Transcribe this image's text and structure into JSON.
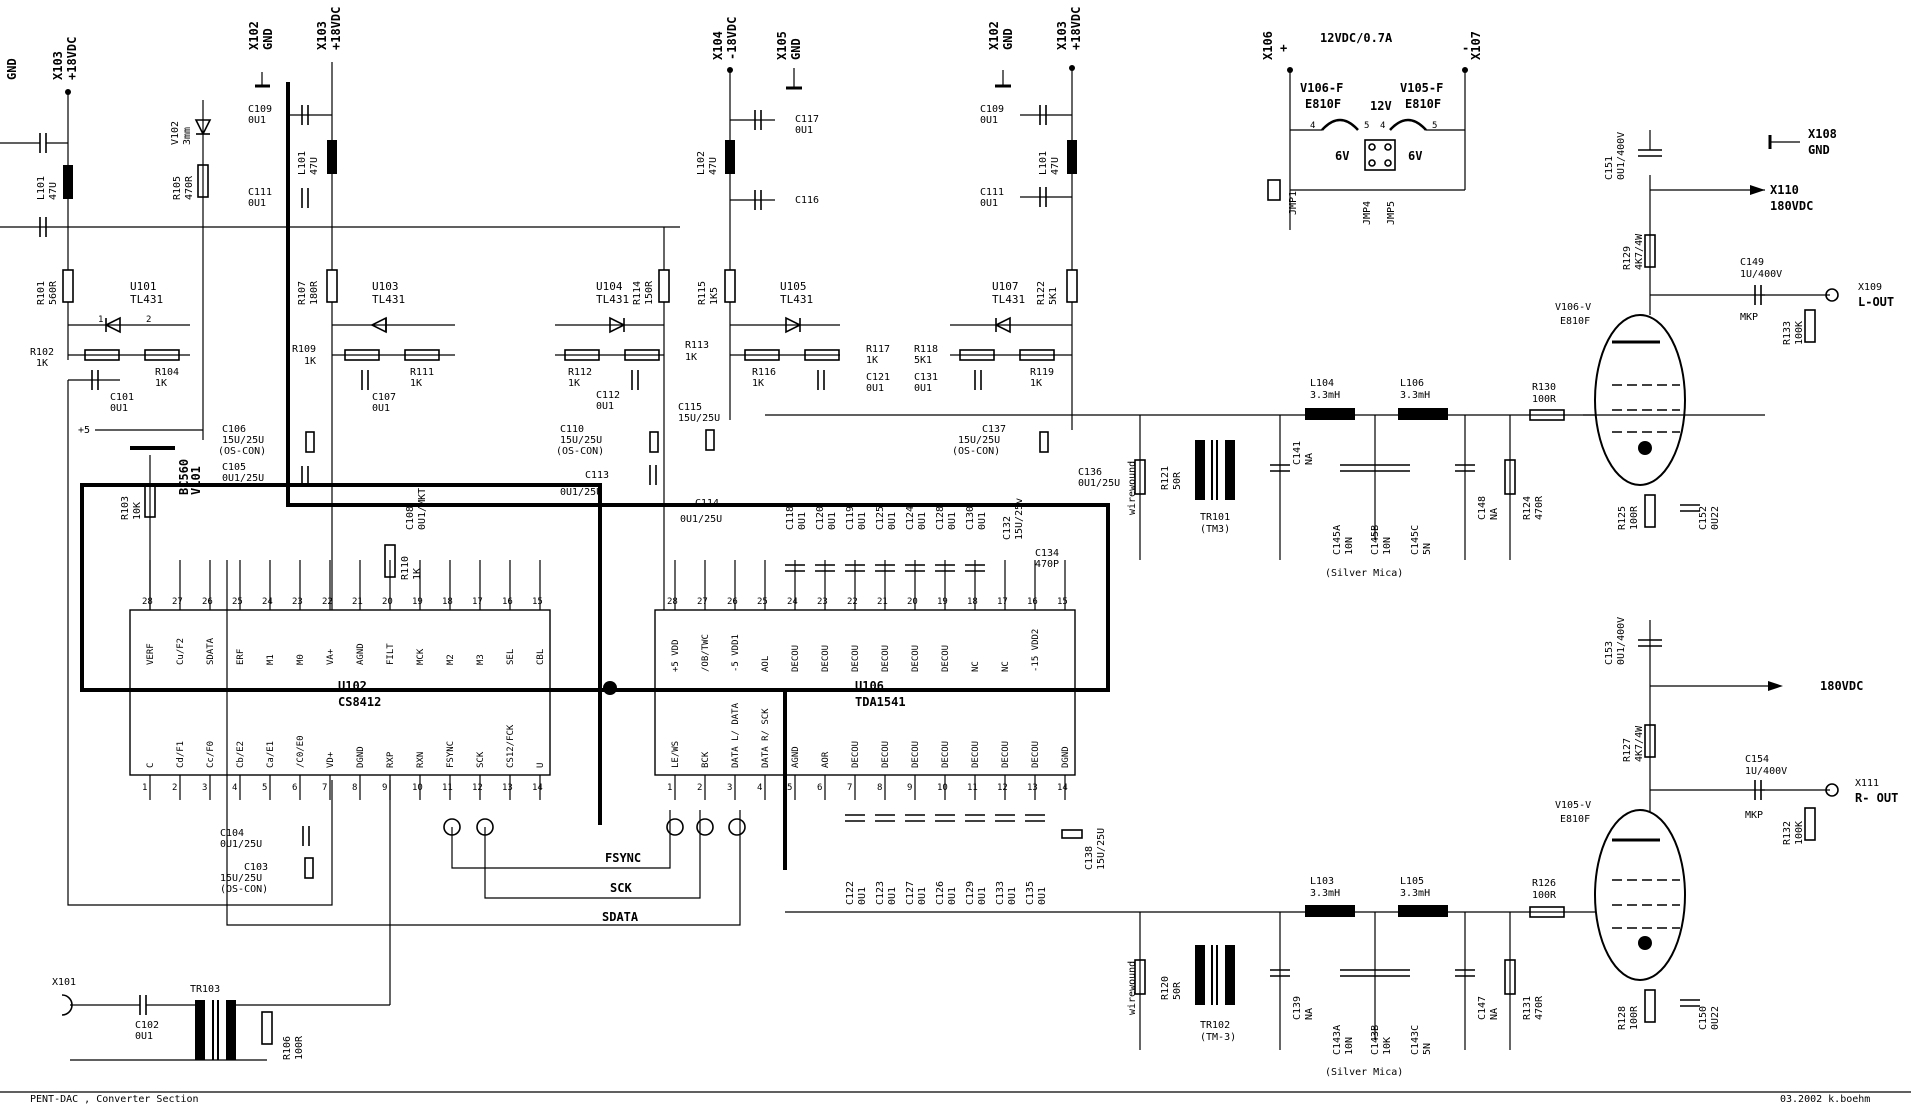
{
  "footer": {
    "title": "PENT-DAC , Converter Section",
    "credit": "03.2002  k.boehm"
  },
  "connectors": {
    "gnd_left": "GND",
    "x103_a": "X103",
    "x103_a_val": "+18VDC",
    "x102_a": "X102",
    "x102_a_val": "GND",
    "x103_b": "X103",
    "x103_b_val": "+18VDC",
    "x104": "X104",
    "x104_val": "-18VDC",
    "x105": "X105",
    "x105_val": "GND",
    "x102_b": "X102",
    "x102_b_val": "GND",
    "x103_c": "X103",
    "x103_c_val": "+18VDC",
    "x106": "X106",
    "x106_sign": "+",
    "x107": "X107",
    "x107_sign": "-",
    "supply": "12VDC/0.7A",
    "x108": "X108",
    "x108_val": "GND",
    "x110": "X110",
    "x110_val": "180VDC",
    "x109": "X109",
    "x109_val": "L-OUT",
    "x111": "X111",
    "x111_val": "R- OUT",
    "hv_right": "180VDC",
    "x101": "X101"
  },
  "heaters": {
    "v106f": "V106-F",
    "v106f_type": "E810F",
    "v105f": "V105-F",
    "v105f_type": "E810F",
    "v12": "12V",
    "v6a": "6V",
    "v6b": "6V",
    "jmp1": "JMP1",
    "jmp4": "JMP4",
    "jmp5": "JMP5",
    "p4a": "4",
    "p5a": "5",
    "p4b": "4",
    "p5b": "5"
  },
  "ics": {
    "u102": "U102",
    "u102_type": "CS8412",
    "u102_top": [
      "VERF",
      "Cu/F2",
      "SDATA",
      "ERF",
      "M1",
      "M0",
      "VA+",
      "AGND",
      "FILT",
      "MCK",
      "M2",
      "M3",
      "SEL",
      "CBL"
    ],
    "u102_top_pins": [
      "28",
      "27",
      "26",
      "25",
      "24",
      "23",
      "22",
      "21",
      "20",
      "19",
      "18",
      "17",
      "16",
      "15"
    ],
    "u102_bot": [
      "C",
      "Cd/F1",
      "Cc/F0",
      "Cb/E2",
      "Ca/E1",
      "/C0/E0",
      "VD+",
      "DGND",
      "RXP",
      "RXN",
      "FSYNC",
      "SCK",
      "CS12/FCK",
      "U"
    ],
    "u102_bot_pins": [
      "1",
      "2",
      "3",
      "4",
      "5",
      "6",
      "7",
      "8",
      "9",
      "10",
      "11",
      "12",
      "13",
      "14"
    ],
    "u106": "U106",
    "u106_type": "TDA1541",
    "u106_top": [
      "+5 VDD",
      "/OB/TWC",
      "-5 VDD1",
      "AOL",
      "DECOU",
      "DECOU",
      "DECOU",
      "DECOU",
      "DECOU",
      "DECOU",
      "NC",
      "NC",
      "-15 VDD2"
    ],
    "u106_top_pins": [
      "28",
      "27",
      "26",
      "25",
      "24",
      "23",
      "22",
      "21",
      "20",
      "19",
      "18",
      "17",
      "16",
      "15"
    ],
    "u106_bot": [
      "LE/WS",
      "BCK",
      "DATA L/ DATA",
      "DATA R/ SCK",
      "AGND",
      "AOR",
      "DECOU",
      "DECOU",
      "DECOU",
      "DECOU",
      "DECOU",
      "DECOU",
      "DECOU",
      "DGND"
    ],
    "u106_bot_pins": [
      "1",
      "2",
      "3",
      "4",
      "5",
      "6",
      "7",
      "8",
      "9",
      "10",
      "11",
      "12",
      "13",
      "14"
    ]
  },
  "regulators": {
    "u101": "U101",
    "u101_t": "TL431",
    "u103": "U103",
    "u103_t": "TL431",
    "u104": "U104",
    "u104_t": "TL431",
    "u105": "U105",
    "u105_t": "TL431",
    "u107": "U107",
    "u107_t": "TL431"
  },
  "parts": {
    "c109a": "C109",
    "c109a_v": "0U1",
    "c111a": "C111",
    "c111a_v": "0U1",
    "l101a": "L101",
    "l101a_v": "47U",
    "r101": "R101",
    "r101_v": "560R",
    "r102": "R102",
    "r102_v": "1K",
    "r104": "R104",
    "r104_v": "1K",
    "c101": "C101",
    "c101_v": "0U1",
    "r105": "R105",
    "r105_v": "470R",
    "v102": "V102",
    "v102_v": "3mm",
    "v101": "V101",
    "v101_t": "BC560",
    "r103": "R103",
    "r103_v": "10K",
    "plus5": "+5",
    "c109b": "C109",
    "c109b_v": "0U1",
    "c111b": "C111",
    "c111b_v": "0U1",
    "l101b": "L101",
    "l101b_v": "47U",
    "r107": "R107",
    "r107_v": "180R",
    "r109": "R109",
    "r109_v": "1K",
    "r111": "R111",
    "r111_v": "1K",
    "c107": "C107",
    "c107_v": "0U1",
    "c106": "C106",
    "c106_v": "15U/25U",
    "c106_n": "(OS-CON)",
    "c105": "C105",
    "c105_v": "0U1/25U",
    "c108": "C108",
    "c108_v": "0U1/MKT",
    "r110": "R110",
    "r110_v": "1K",
    "l102": "L102",
    "l102_v": "47U",
    "c117": "C117",
    "c117_v": "0U1",
    "c116": "C116",
    "r114": "R114",
    "r114_v": "150R",
    "r115": "R115",
    "r115_v": "1K5",
    "r112": "R112",
    "r112_v": "1K",
    "r113": "R113",
    "r113_v": "1K",
    "c112": "C112",
    "c112_v": "0U1",
    "r116": "R116",
    "r116_v": "1K",
    "r117": "R117",
    "r117_v": "1K",
    "c121": "C121",
    "c121_v": "0U1",
    "c115": "C115",
    "c115_v": "15U/25U",
    "c110": "C110",
    "c110_v": "15U/25U",
    "c110_n": "(OS-CON)",
    "c113": "C113",
    "c113_v": "0U1/25U",
    "c114": "C114",
    "c114_v": "0U1/25U",
    "c109c": "C109",
    "c109c_v": "0U1",
    "c111c": "C111",
    "c111c_v": "0U1",
    "l101c": "L101",
    "l101c_v": "47U",
    "r122": "R122",
    "r122_v": "5K1",
    "r118": "R118",
    "r118_v": "5K1",
    "r119": "R119",
    "r119_v": "1K",
    "c131": "C131",
    "c131_v": "0U1",
    "c137": "C137",
    "c137_v": "15U/25U",
    "c137_n": "(OS-CON)",
    "c136": "C136",
    "c136_v": "0U1/25U",
    "c132": "C132",
    "c132_v": "15U/25v",
    "c134": "C134",
    "c134_v": "470P",
    "dec_top": [
      "C118",
      "C120",
      "C119",
      "C125",
      "C124",
      "C128",
      "C130"
    ],
    "dec_top_v": [
      "0U1",
      "0U1",
      "0U1",
      "0U1",
      "0U1",
      "0U1",
      "0U1"
    ],
    "dec_bot": [
      "C122",
      "C123",
      "C127",
      "C126",
      "C129",
      "C133",
      "C135"
    ],
    "dec_bot_v": [
      "0U1",
      "0U1",
      "0U1",
      "0U1",
      "0U1",
      "0U1",
      "0U1"
    ],
    "c138": "C138",
    "c138_v": "15U/25U",
    "c104": "C104",
    "c104_v": "0U1/25U",
    "c103": "C103",
    "c103_v": "15U/25U",
    "c103_n": "(OS-CON)",
    "fsync": "FSYNC",
    "sck": "SCK",
    "sdata": "SDATA",
    "c102": "C102",
    "c102_v": "0U1",
    "tr103": "TR103",
    "r106": "R106",
    "r106_v": "100R",
    "r121": "R121",
    "r121_v": "50R",
    "wire_a": "wirewound",
    "tr101": "TR101",
    "tr101_v": "(TM3)",
    "c141": "C141",
    "c141_v": "NA",
    "l104": "L104",
    "l104_v": "3.3mH",
    "l106": "L106",
    "l106_v": "3.3mH",
    "c145a": "C145A",
    "c145a_v": "10N",
    "c145b": "C145B",
    "c145b_v": "10N",
    "c145c": "C145C",
    "c145c_v": "5N",
    "mica_a": "(Silver Mica)",
    "c148": "C148",
    "c148_v": "NA",
    "r124": "R124",
    "r124_v": "470R",
    "r130": "R130",
    "r130_v": "100R",
    "c151": "C151",
    "c151_v": "0U1/400V",
    "r129": "R129",
    "r129_v": "4K7/4W",
    "c149": "C149",
    "c149_v": "1U/400V",
    "mkp_a": "MKP",
    "r133": "R133",
    "r133_v": "100K",
    "v106v": "V106-V",
    "v106v_t": "E810F",
    "r125": "R125",
    "r125_v": "100R",
    "c152": "C152",
    "c152_v": "0U22",
    "c153": "C153",
    "c153_v": "0U1/400V",
    "r127": "R127",
    "r127_v": "4K7/4W",
    "c154": "C154",
    "c154_v": "1U/400V",
    "mkp_b": "MKP",
    "r132": "R132",
    "r132_v": "100K",
    "v105v": "V105-V",
    "v105v_t": "E810F",
    "l103": "L103",
    "l103_v": "3.3mH",
    "l105": "L105",
    "l105_v": "3.3mH",
    "r126": "R126",
    "r126_v": "100R",
    "r120": "R120",
    "r120_v": "50R",
    "wire_b": "wirewound",
    "tr102": "TR102",
    "tr102_v": "(TM-3)",
    "c139": "C139",
    "c139_v": "NA",
    "c143a": "C143A",
    "c143a_v": "10N",
    "c143b": "C143B",
    "c143b_v": "10K",
    "c143c": "C143C",
    "c143c_v": "5N",
    "mica_b": "(Silver Mica)",
    "c147": "C147",
    "c147_v": "NA",
    "r131": "R131",
    "r131_v": "470R",
    "r128": "R128",
    "r128_v": "100R",
    "c150": "C150",
    "c150_v": "0U22"
  }
}
